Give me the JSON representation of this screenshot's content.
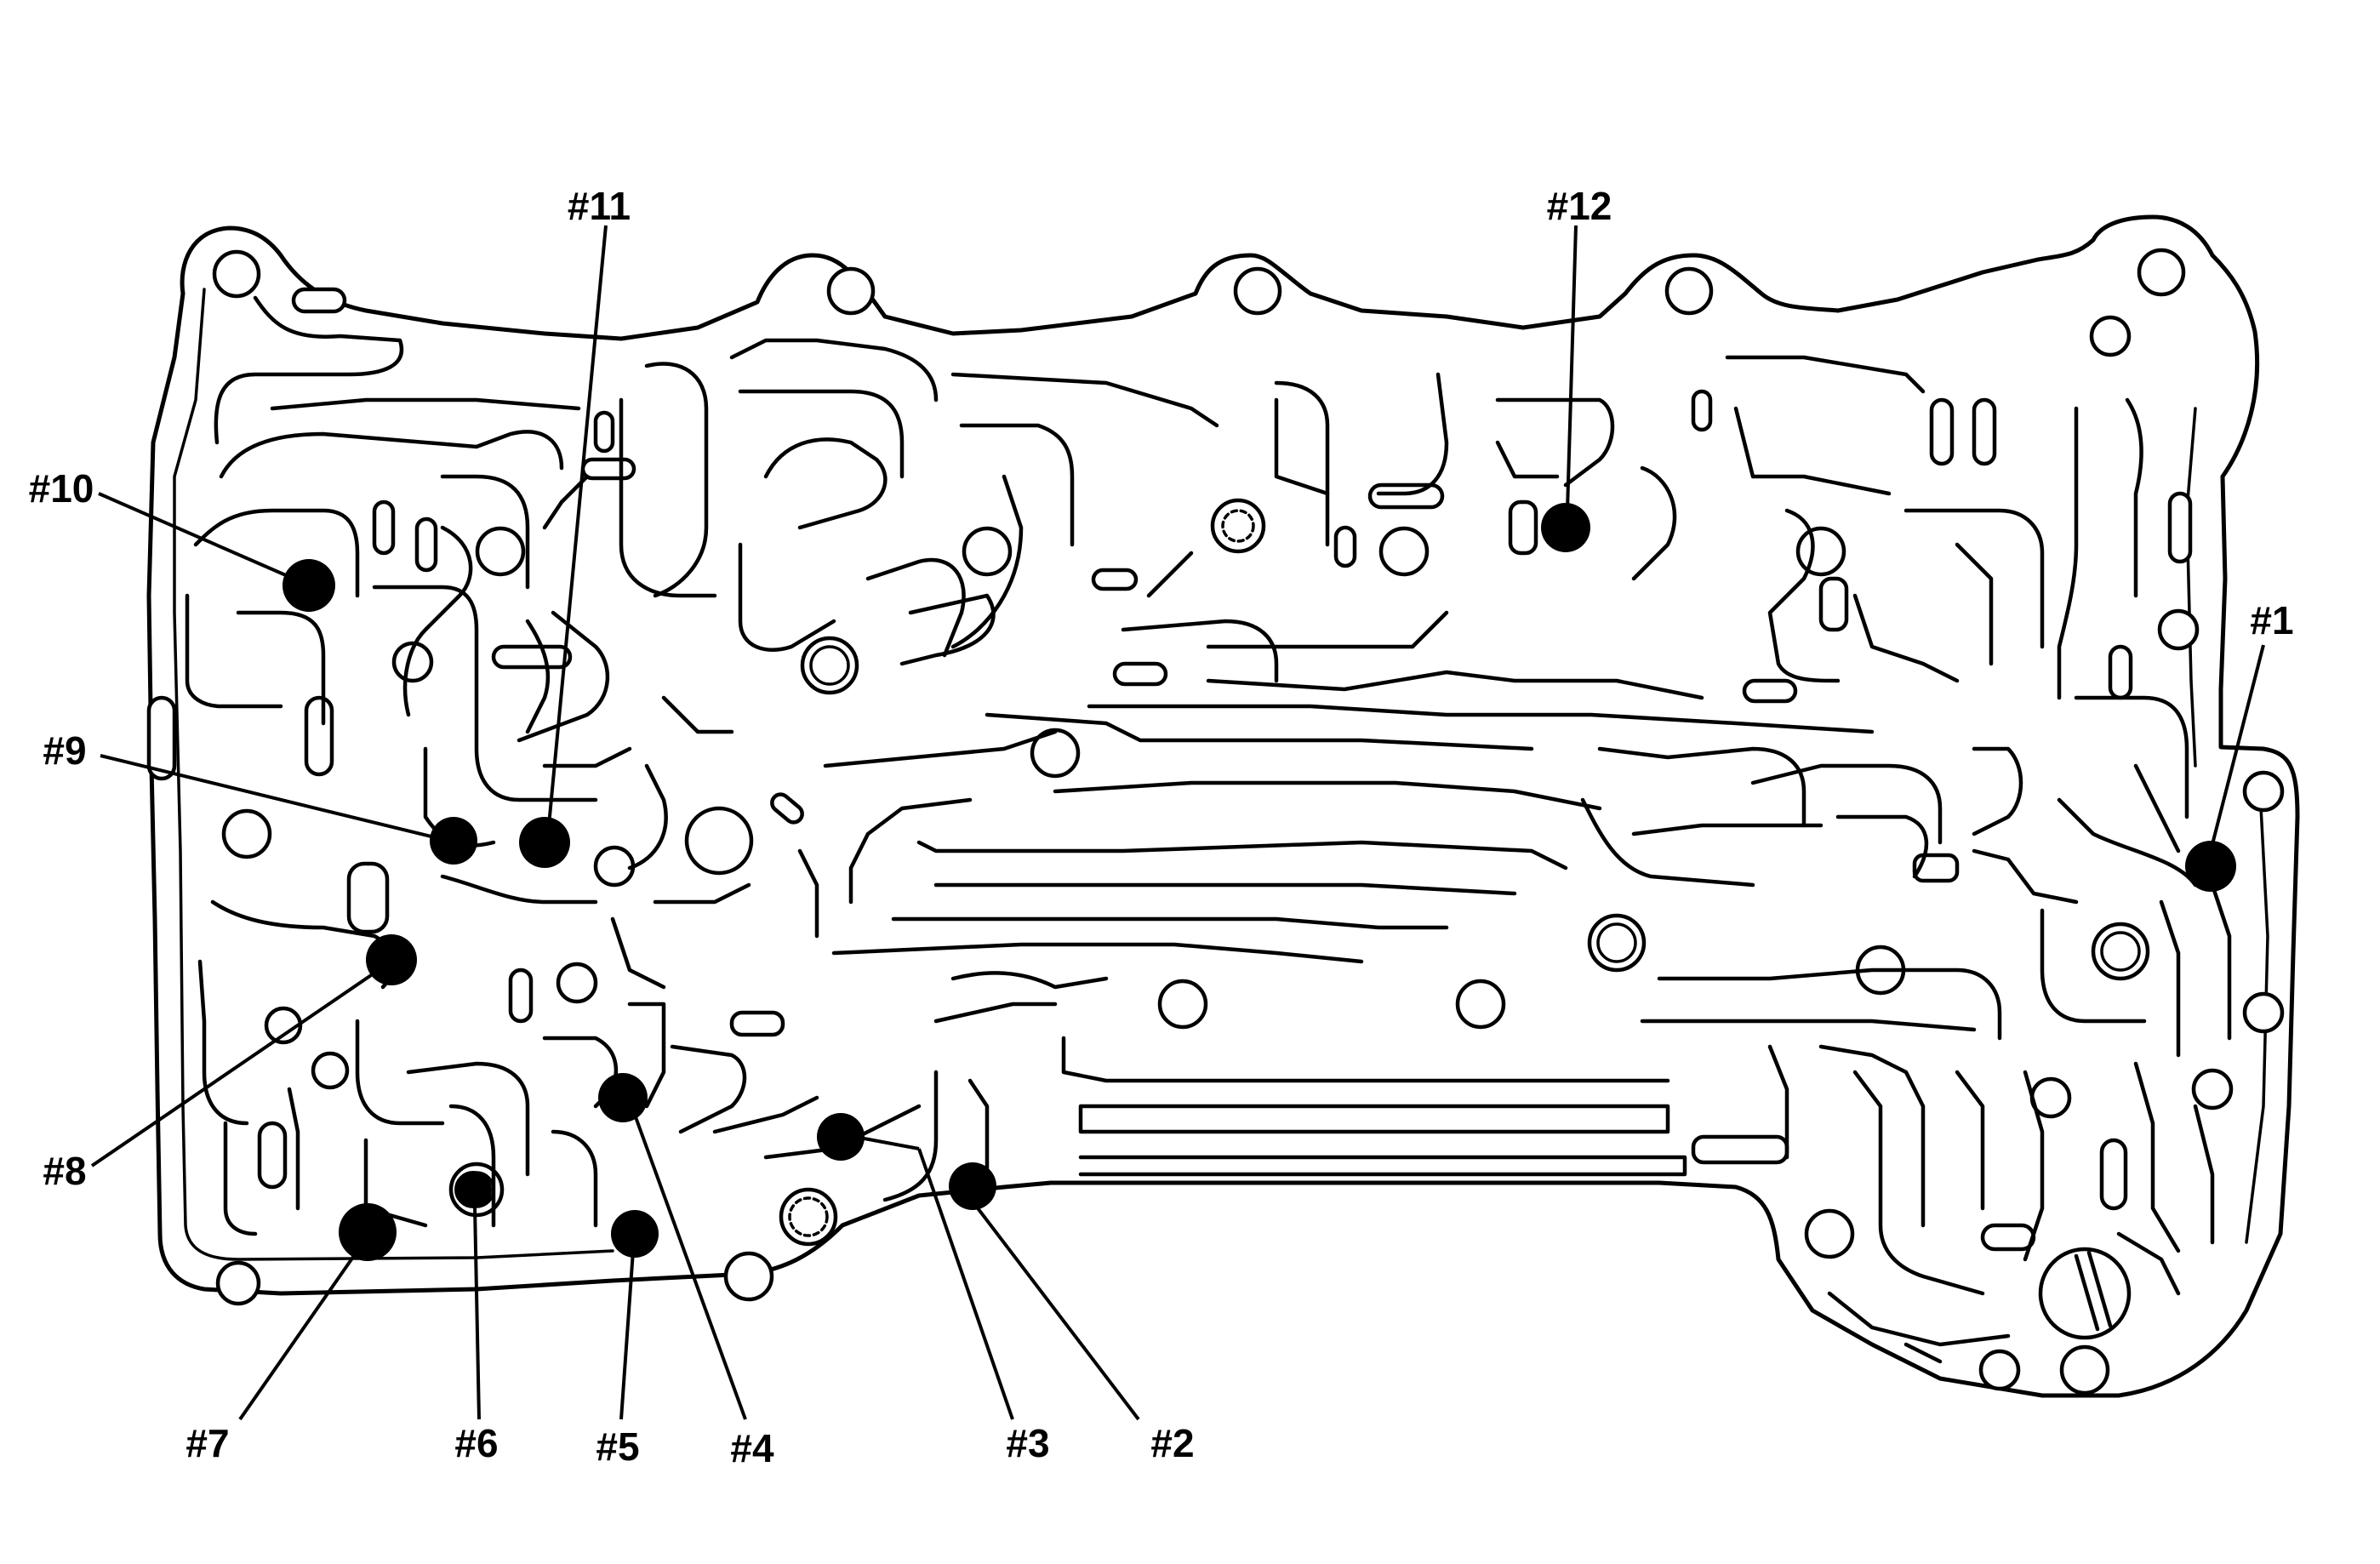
{
  "diagram": {
    "subject": "valve body spacer plate checkball locations",
    "callouts": [
      {
        "id": "1",
        "label": "#1"
      },
      {
        "id": "2",
        "label": "#2"
      },
      {
        "id": "3",
        "label": "#3"
      },
      {
        "id": "4",
        "label": "#4"
      },
      {
        "id": "5",
        "label": "#5"
      },
      {
        "id": "6",
        "label": "#6"
      },
      {
        "id": "7",
        "label": "#7"
      },
      {
        "id": "8",
        "label": "#8"
      },
      {
        "id": "9",
        "label": "#9"
      },
      {
        "id": "10",
        "label": "#10"
      },
      {
        "id": "11",
        "label": "#11"
      },
      {
        "id": "12",
        "label": "#12"
      }
    ],
    "colors": {
      "line": "#000000",
      "background": "#ffffff"
    }
  }
}
